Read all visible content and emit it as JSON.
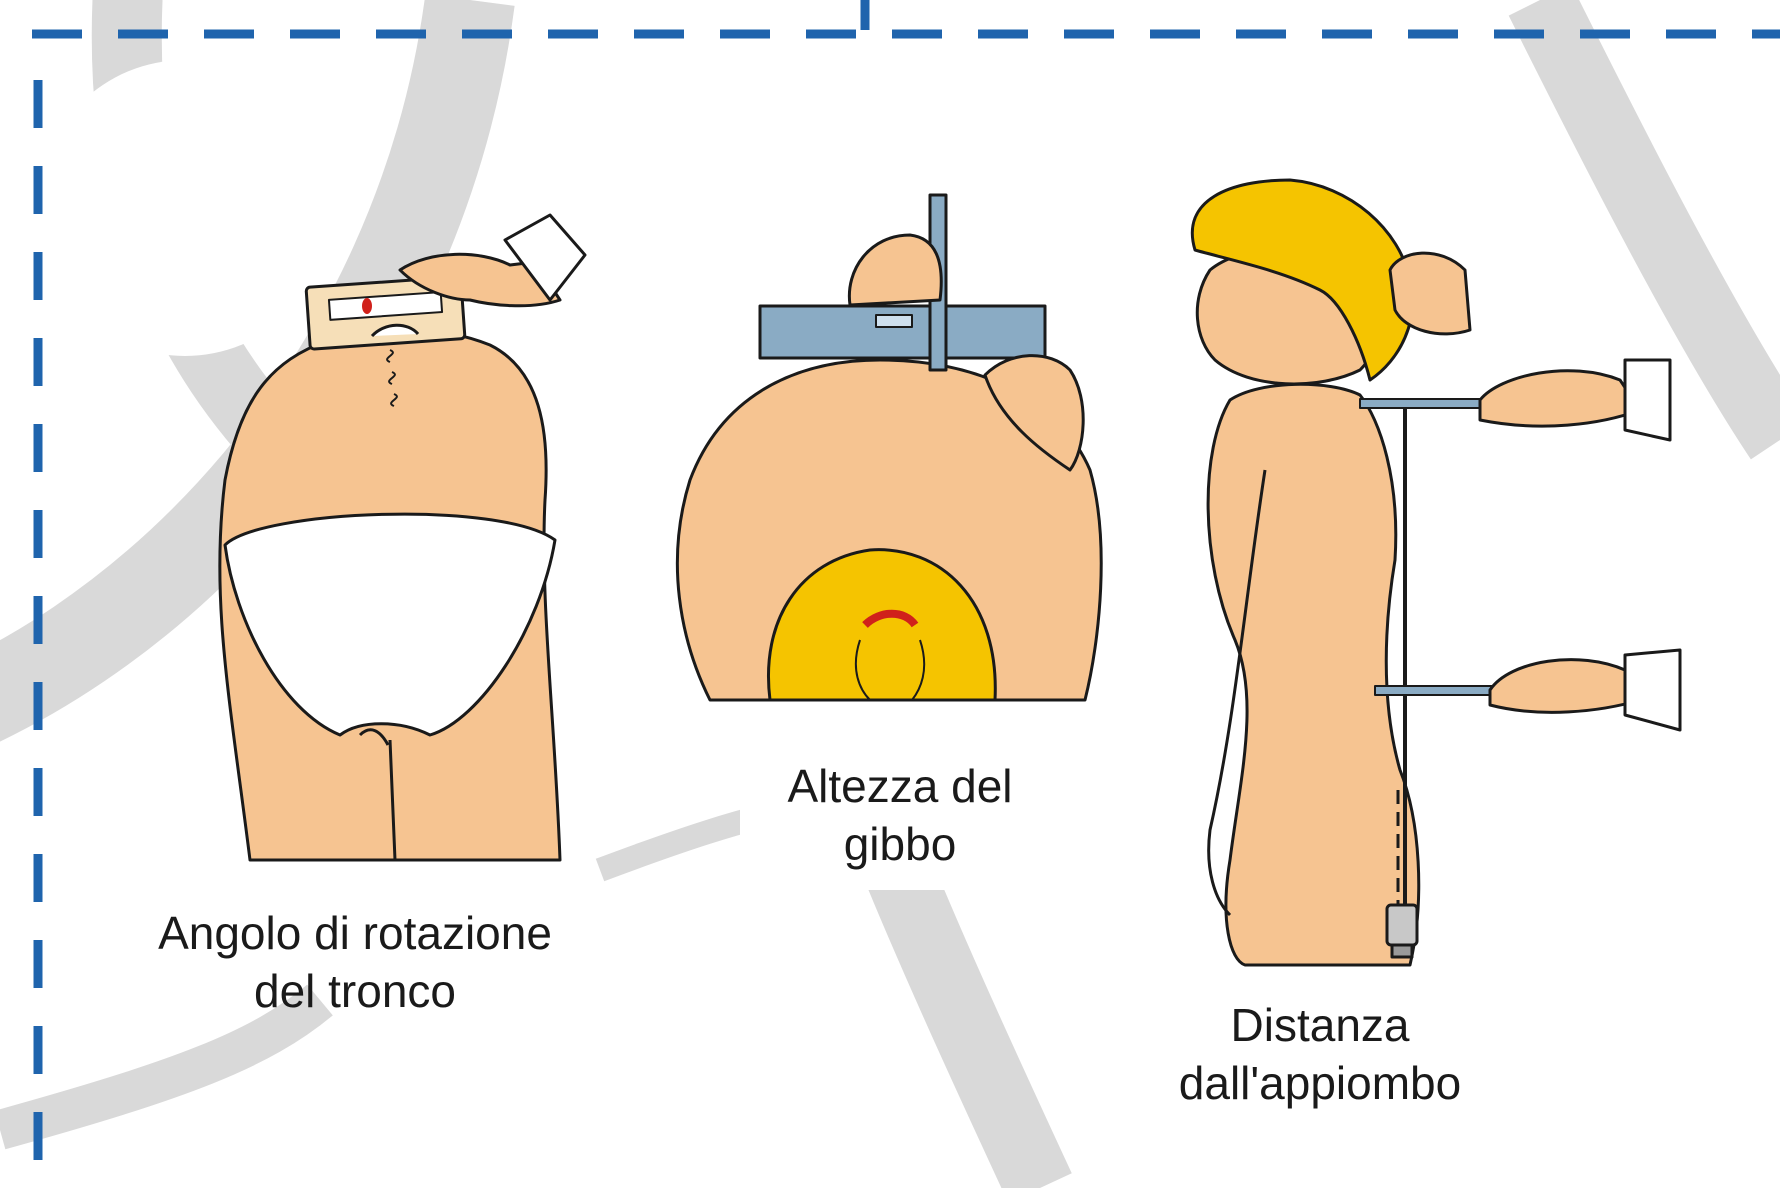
{
  "figure": {
    "accent_color": "#1f64ad",
    "background_arc_color": "#d9d9d9",
    "skin_color": "#f6c491",
    "hair_color": "#f5c400",
    "tool_color": "#8aabc4",
    "panels": [
      {
        "id": "trunk-rotation",
        "caption_lines": [
          "Angolo di rotazione",
          "del tronco"
        ],
        "icon": "scoliometer-icon"
      },
      {
        "id": "hump-height",
        "caption_lines": [
          "Altezza del",
          "gibbo"
        ],
        "icon": "ruler-level-icon"
      },
      {
        "id": "plumb-distance",
        "caption_lines": [
          "Distanza",
          "dall'appiombo"
        ],
        "icon": "plumb-line-icon"
      }
    ]
  }
}
